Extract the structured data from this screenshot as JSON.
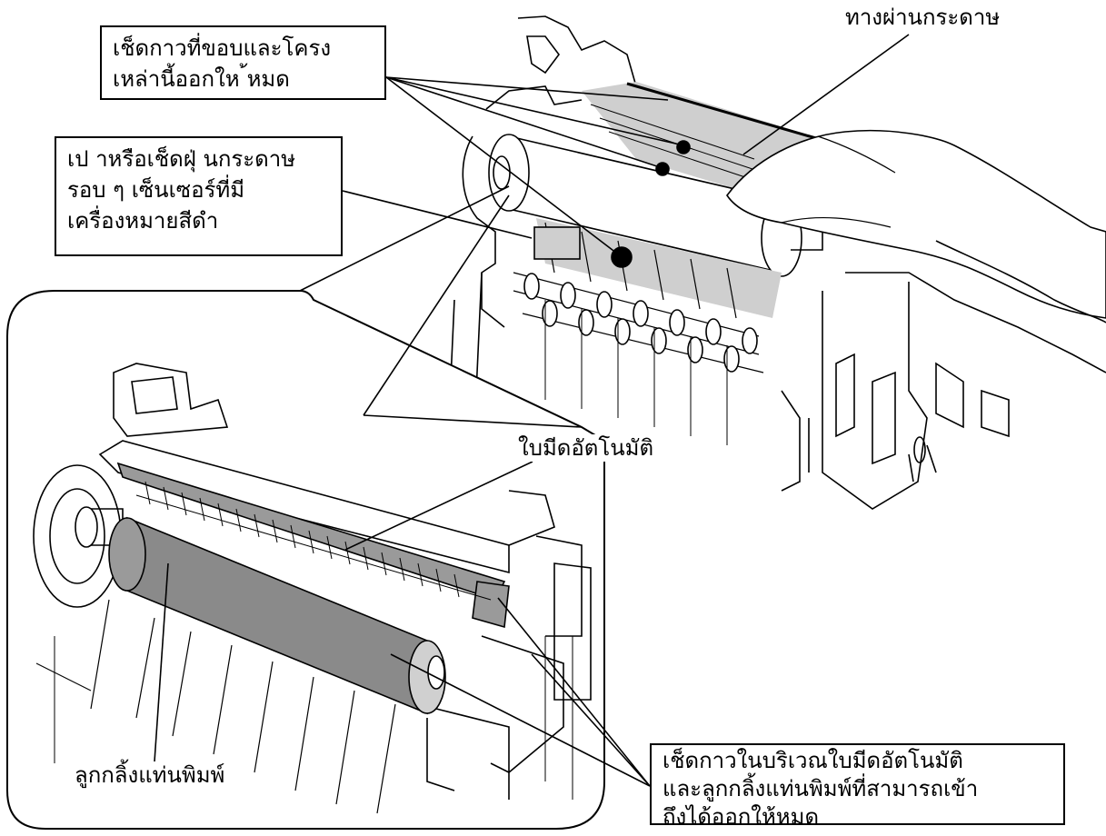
{
  "labels": {
    "paper_path": "ทางผ่านกระดาษ",
    "glue_edges": [
      "เช็ดกาวที่ขอบและโครง",
      "เหล่านี้ออกให  ้หมด"
    ],
    "dust_sensor": [
      "เป   าหรือเช็ดฝุ่  นกระดาษ",
      "รอบ ๆ เซ็นเซอร์ที่มี",
      "เครื่องหมายสีดำ"
    ],
    "auto_cutter": "ใบมีดอัตโนมัติ",
    "platen_roller": "ลูกกลิ้งแท่นพิมพ์",
    "cutter_glue": [
      "เช็ดกาวในบริเวณใบมีดอัตโนมัติ",
      "และลูกกลิ้งแท่นพิมพ์ที่สามารถเข้า",
      "ถึงได้ออกให้หมด"
    ]
  },
  "colors": {
    "line": "#000000",
    "background": "#ffffff",
    "shade": "#cfcfcf",
    "roller": "#8a8a8a",
    "marker": "#000000"
  },
  "icons": [
    "hand-icon",
    "sensor-mark-icon"
  ]
}
